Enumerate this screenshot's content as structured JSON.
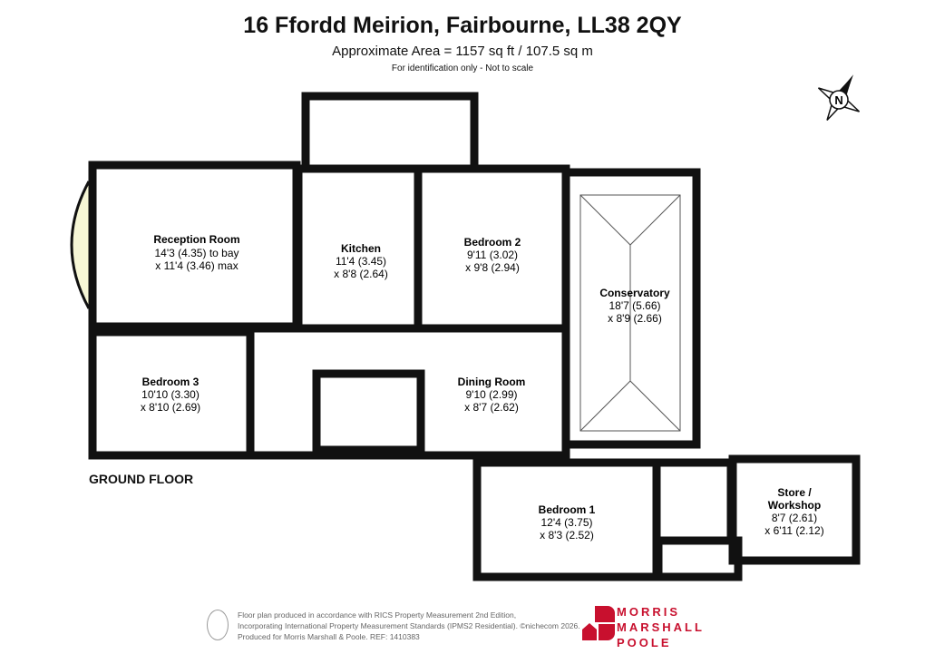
{
  "header": {
    "title": "16 Ffordd Meirion, Fairbourne, LL38 2QY",
    "area": "Approximate Area = 1157 sq ft / 107.5 sq m",
    "note": "For identification only - Not to scale"
  },
  "floor_label": "GROUND FLOOR",
  "compass": {
    "label": "N"
  },
  "colors": {
    "living": "#f7f7d6",
    "kitchen": "#f7b8e2",
    "bedroom": "#e6d6ec",
    "bathroom": "#d8eff3",
    "wall": "#111111",
    "brand": "#c8102e"
  },
  "rooms": {
    "reception": {
      "name": "Reception Room",
      "dim1": "14'3 (4.35) to bay",
      "dim2": "x 11'4 (3.46) max"
    },
    "kitchen": {
      "name": "Kitchen",
      "dim1": "11'4 (3.45)",
      "dim2": "x 8'8 (2.64)"
    },
    "bedroom2": {
      "name": "Bedroom 2",
      "dim1": "9'11 (3.02)",
      "dim2": "x 9'8 (2.94)"
    },
    "conservatory": {
      "name": "Conservatory",
      "dim1": "18'7 (5.66)",
      "dim2": "x 8'9 (2.66)"
    },
    "bedroom3": {
      "name": "Bedroom 3",
      "dim1": "10'10 (3.30)",
      "dim2": "x 8'10 (2.69)"
    },
    "dining": {
      "name": "Dining Room",
      "dim1": "9'10 (2.99)",
      "dim2": "x 8'7 (2.62)"
    },
    "bedroom1": {
      "name": "Bedroom 1",
      "dim1": "12'4 (3.75)",
      "dim2": "x 8'3 (2.52)"
    },
    "store": {
      "name": "Store /",
      "name2": "Workshop",
      "dim1": "8'7 (2.61)",
      "dim2": "x 6'11 (2.12)"
    }
  },
  "footer": {
    "line1": "Floor plan produced in accordance with RICS Property Measurement 2nd Edition,",
    "line2": "Incorporating International Property Measurement Standards (IPMS2 Residential).  ©nichecom 2026.",
    "line3": "Produced for Morris Marshall & Poole.   REF:  1410383"
  },
  "brand": {
    "line1": "MORRIS",
    "line2": "MARSHALL",
    "line3": "POOLE"
  }
}
